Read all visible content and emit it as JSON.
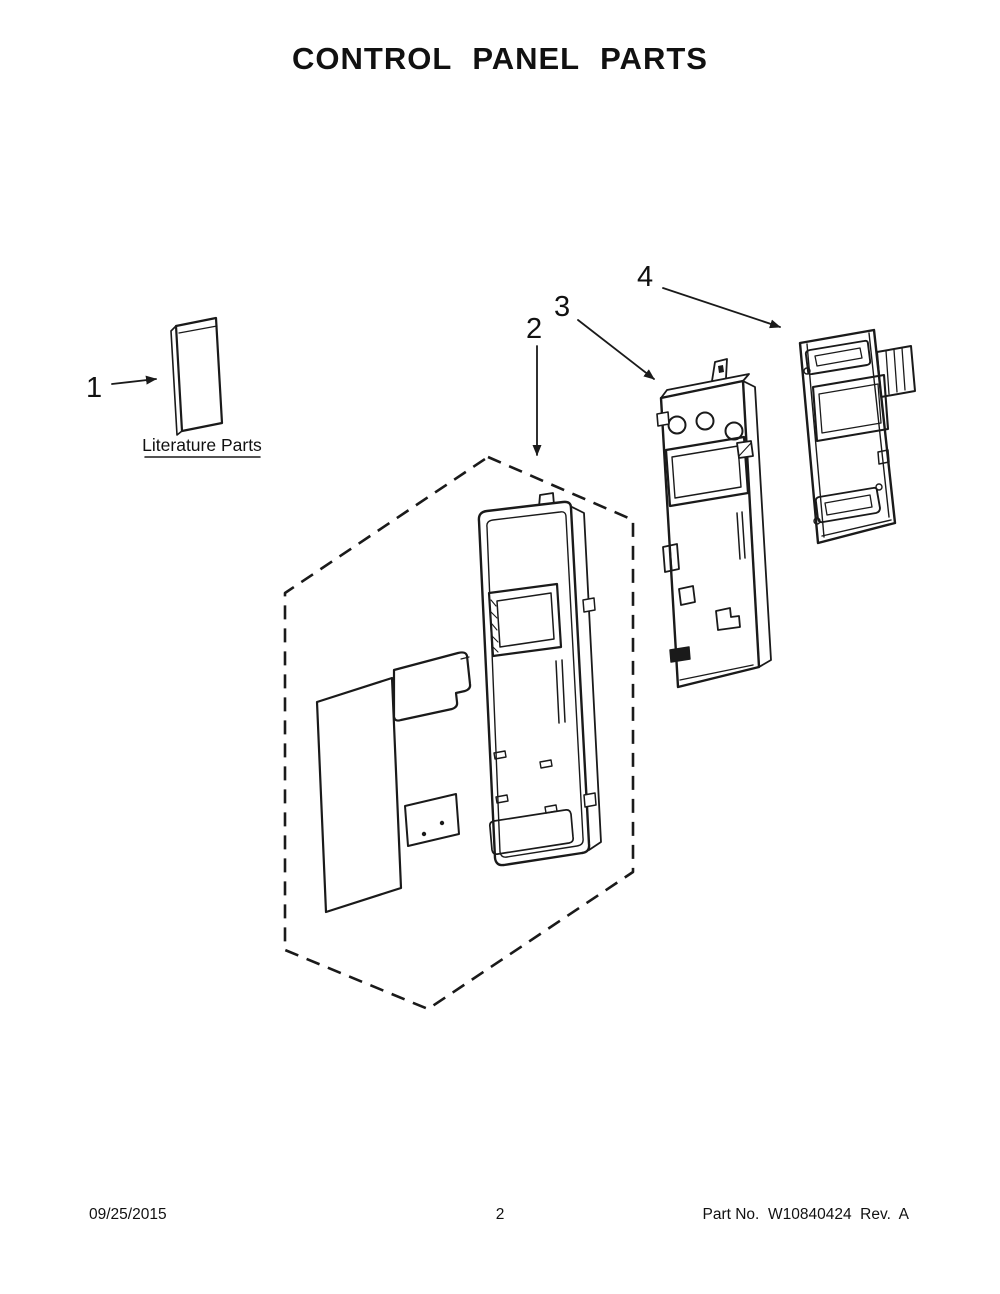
{
  "page": {
    "title": "CONTROL PANEL PARTS"
  },
  "diagram": {
    "callouts": [
      {
        "number": "1",
        "caption": "Literature Parts"
      },
      {
        "number": "2"
      },
      {
        "number": "3"
      },
      {
        "number": "4"
      }
    ]
  },
  "footer": {
    "date": "09/25/2015",
    "page_number": "2",
    "part_line": "Part No.  W10840424  Rev.  A"
  },
  "colors": {
    "ink": "#1a1a1a",
    "paper": "#ffffff"
  }
}
